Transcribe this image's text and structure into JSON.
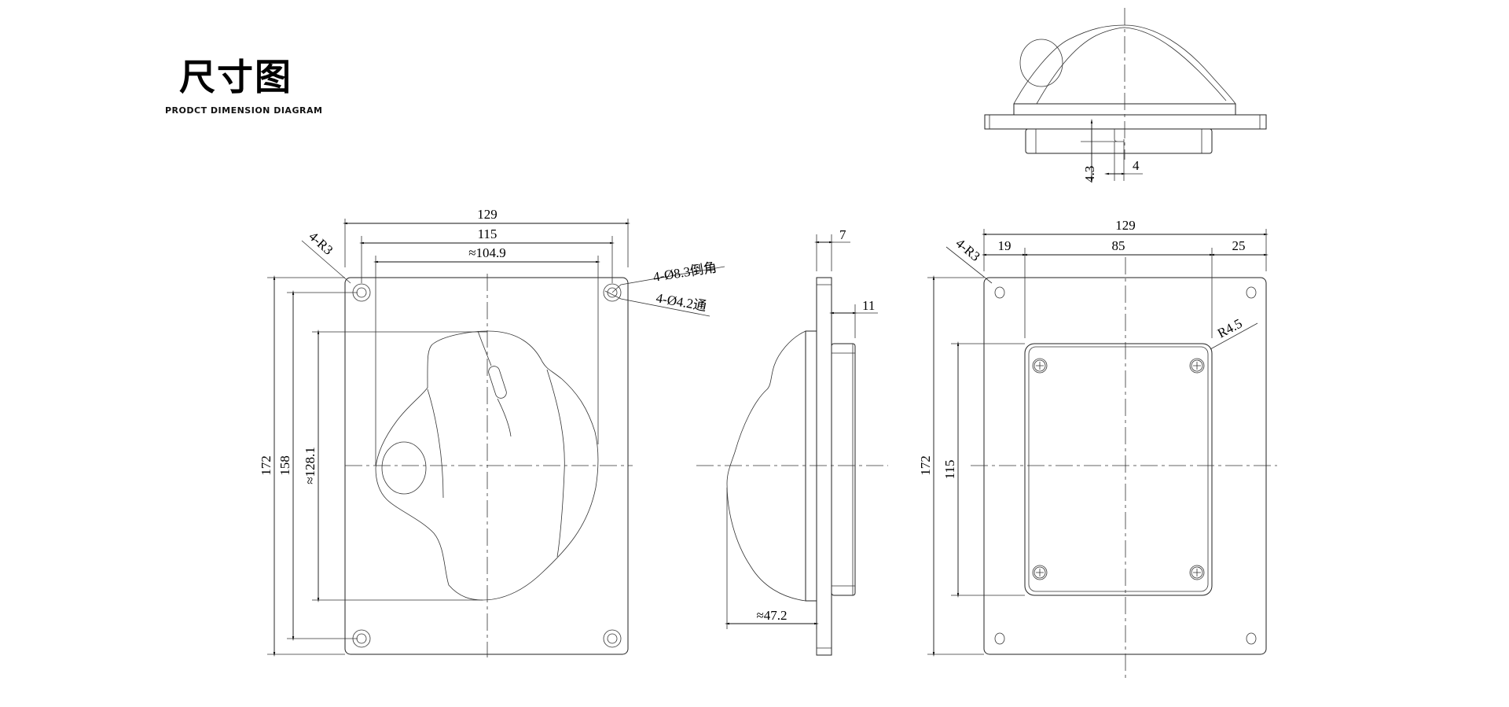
{
  "header": {
    "title": "尺寸图",
    "subtitle": "PRODCT DIMENSION DIAGRAM"
  },
  "front_view": {
    "width_total": "129",
    "hole_spacing_x": "115",
    "body_width": "≈104.9",
    "height_total": "172",
    "hole_spacing_y": "158",
    "body_height": "≈128.1",
    "corner_radius": "4-R3",
    "countersink_note": "4-Ø8.3倒角",
    "through_hole_note": "4-Ø4.2通"
  },
  "side_view": {
    "plate_thickness": "7",
    "back_depth": "11",
    "body_depth": "≈47.2"
  },
  "top_view": {
    "slot_depth": "4.3",
    "slot_width": "4"
  },
  "rear_view": {
    "width_total": "129",
    "left_margin": "19",
    "cutout_width": "85",
    "right_margin": "25",
    "height_total": "172",
    "cutout_height": "115",
    "corner_radius": "4-R3",
    "cutout_radius": "R4.5"
  }
}
